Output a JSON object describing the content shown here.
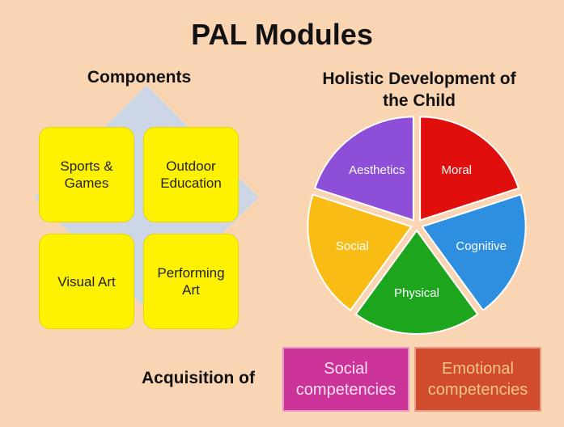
{
  "title": "PAL Modules",
  "components": {
    "heading": "Components",
    "items": [
      "Sports &\nGames",
      "Outdoor\nEducation",
      "Visual Art",
      "Performing\nArt"
    ]
  },
  "holistic": {
    "heading": "Holistic Development of\nthe Child",
    "segments": [
      {
        "label": "Moral",
        "color": "#E10E0E"
      },
      {
        "label": "Cognitive",
        "color": "#2E8EE0"
      },
      {
        "label": "Physical",
        "color": "#1EA51E"
      },
      {
        "label": "Social",
        "color": "#F8BC14"
      },
      {
        "label": "Aesthetics",
        "color": "#8E4FD8"
      }
    ]
  },
  "acquisition": {
    "label": "Acquisition of",
    "social": "Social\ncompetencies",
    "emotional": "Emotional\ncompetencies"
  }
}
